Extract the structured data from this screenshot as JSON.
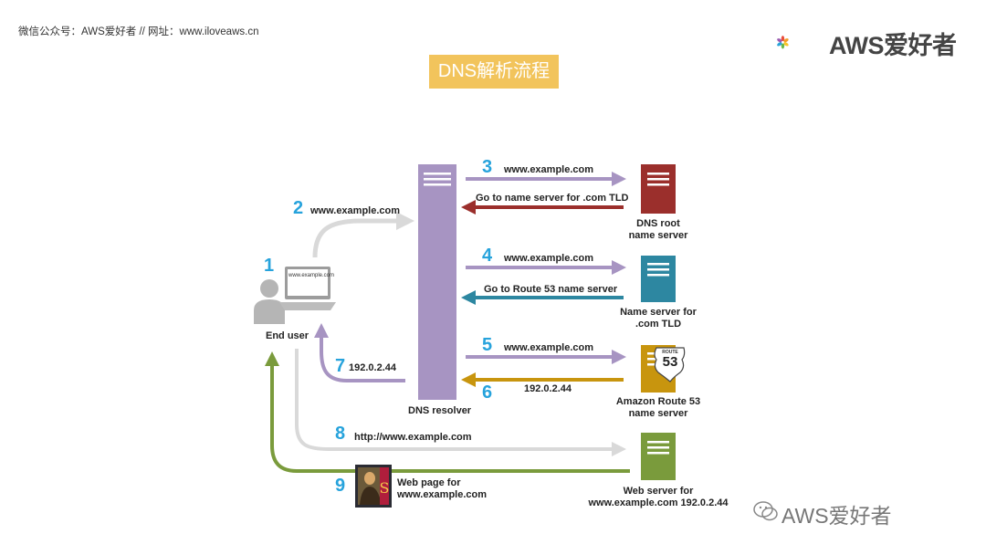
{
  "header": {
    "left_text": "微信公众号：AWS爱好者  //  网址：www.iloveaws.cn",
    "logo_text": "AWS爱好者"
  },
  "title": "DNS解析流程",
  "diagram": {
    "resolver_label": "DNS resolver",
    "end_user_label": "End user",
    "screen_text": "www.example.com",
    "servers": {
      "root": "DNS root\nname server",
      "tld": "Name server for\n.com TLD",
      "route53": "Amazon Route 53\nname server",
      "route53_badge_top": "ROUTE",
      "route53_badge_num": "53",
      "web": "Web server for\nwww.example.com 192.0.2.44"
    },
    "steps": [
      {
        "num": "1"
      },
      {
        "num": "2",
        "text": "www.example.com"
      },
      {
        "num": "3",
        "text": "www.example.com",
        "reply": "Go to name server for .com TLD"
      },
      {
        "num": "4",
        "text": "www.example.com",
        "reply": "Go to Route 53 name server"
      },
      {
        "num": "5",
        "text": "www.example.com"
      },
      {
        "num": "6",
        "text": "192.0.2.44"
      },
      {
        "num": "7",
        "text": "192.0.2.44"
      },
      {
        "num": "8",
        "text": "http://www.example.com"
      },
      {
        "num": "9",
        "text": "Web page for\nwww.example.com"
      }
    ],
    "colors": {
      "resolver": "#a794c2",
      "root": "#9b2f2c",
      "tld": "#2d87a1",
      "route53": "#c8950e",
      "web": "#7a9b3c",
      "step_number": "#27a3dc",
      "gray_arrow": "#d9d9d9",
      "title_bg": "#f2c45c"
    }
  },
  "watermark": "AWS爱好者"
}
